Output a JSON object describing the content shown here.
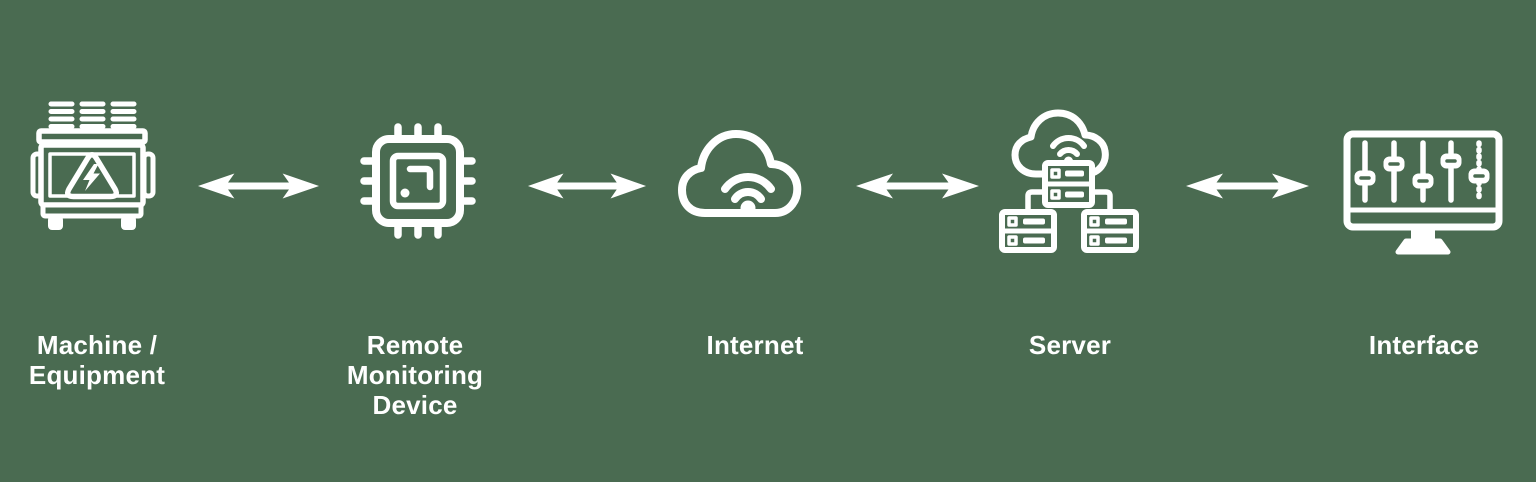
{
  "colors": {
    "background": "#4a6b51",
    "foreground": "#ffffff"
  },
  "diagram": {
    "nodes": [
      {
        "name": "machine-equipment",
        "icon": "generator-icon",
        "lines": [
          "Machine /",
          "Equipment"
        ]
      },
      {
        "name": "remote-monitoring-device",
        "icon": "chip-icon",
        "lines": [
          "Remote",
          "Monitoring",
          "Device"
        ]
      },
      {
        "name": "internet",
        "icon": "cloud-wifi-icon",
        "lines": [
          "Internet"
        ]
      },
      {
        "name": "server",
        "icon": "server-network-icon",
        "lines": [
          "Server"
        ]
      },
      {
        "name": "interface",
        "icon": "monitor-sliders-icon",
        "lines": [
          "Interface"
        ]
      }
    ],
    "connectors": [
      {
        "type": "bidirectional-arrow",
        "between": [
          "machine-equipment",
          "remote-monitoring-device"
        ]
      },
      {
        "type": "bidirectional-arrow",
        "between": [
          "remote-monitoring-device",
          "internet"
        ]
      },
      {
        "type": "bidirectional-arrow",
        "between": [
          "internet",
          "server"
        ]
      },
      {
        "type": "bidirectional-arrow",
        "between": [
          "server",
          "interface"
        ]
      }
    ]
  }
}
